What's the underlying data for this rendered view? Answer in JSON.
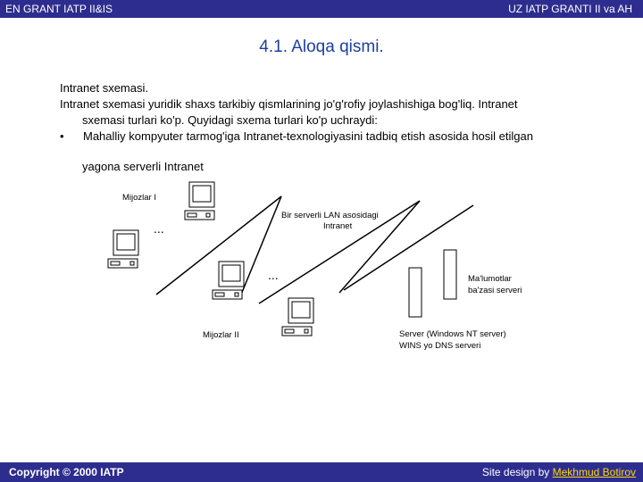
{
  "header": {
    "left": "EN GRANT IATP II&IS",
    "right": "UZ IATP GRANTI II va AH"
  },
  "title": "4.1. Aloqa qismi.",
  "body": {
    "line1": "Intranet sxemasi.",
    "line2": "Intranet sxemasi yuridik shaxs tarkibiy qismlarining jo'g'rofiy joylashishiga bog'liq. Intranet",
    "line3": "sxemasi turlari ko'p. Quyidagi sxema turlari ko'p uchraydi:",
    "bullet": "•",
    "bullet_text": "Mahalliy kompyuter tarmog'iga Intranet-texnologiyasini tadbiq etish asosida hosil etilgan",
    "line5": "yagona serverli Intranet"
  },
  "diagram": {
    "clients1": "Mijozlar I",
    "clients2": "Mijozlar II",
    "lan_label_1": "Bir serverli LAN asosidagi",
    "lan_label_2": "Intranet",
    "ellipsis": "...",
    "db_label_1": "Ma'lumotlar",
    "db_label_2": "ba'zasi serveri",
    "server_label_1": "Server  (Windows  NT  server)",
    "server_label_2": "WINS yo DNS serveri"
  },
  "footer": {
    "copyright": "Copyright © 2000 IATP",
    "site_prefix": "Site design by ",
    "author": "Mekhmud Botirov"
  },
  "colors": {
    "bar": "#2d2d8f",
    "title": "#1f3f9f",
    "link": "#ffd700"
  }
}
